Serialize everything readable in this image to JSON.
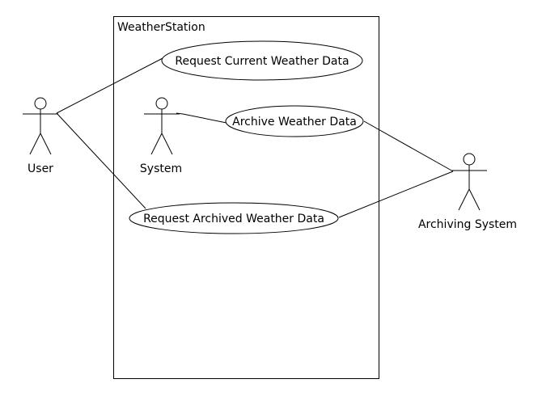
{
  "diagram": {
    "system_boundary": {
      "label": "WeatherStation"
    },
    "actors": {
      "user": {
        "label": "User"
      },
      "system": {
        "label": "System"
      },
      "archiving": {
        "label": "Archiving System"
      }
    },
    "use_cases": {
      "request_current": {
        "label": "Request Current Weather Data"
      },
      "archive": {
        "label": "Archive Weather Data"
      },
      "request_archived": {
        "label": "Request Archived Weather Data"
      }
    }
  }
}
